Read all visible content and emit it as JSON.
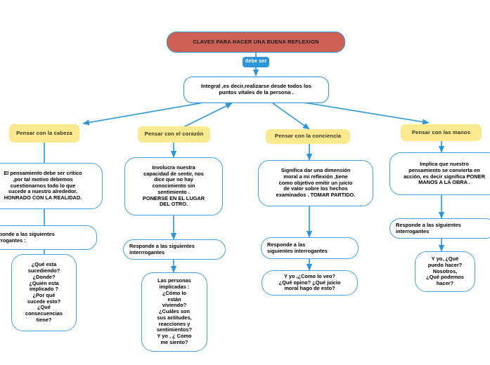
{
  "diagram": {
    "title": "CLAVES PARA HACER UNA BUENA REFLEXION",
    "background_color": "#ffffff",
    "colors": {
      "root_fill": "#cd6155",
      "category_fill": "#fae98f",
      "edge": "#2c96d8",
      "box_border": "#4aa3df",
      "label_fill": "#2c96d8",
      "text": "#000000"
    }
  },
  "root": {
    "label": "CLAVES PARA HACER UNA BUENA REFLEXION"
  },
  "connector_label": {
    "label": "debe ser"
  },
  "central": {
    "label": "Integral ,es decir,realizarse desde todos los\npuntos vitales de la persona ."
  },
  "branches": [
    {
      "category": "Pensar con la cabeza",
      "detail": "El pensamiento debe ser critico\n,por tal motivo debemos\ncuestionarnos todo lo que\nsucede a nuestro alrededor.\nHONRADO CON LA REALIDAD.",
      "prompt": "Responde a las siguientes\ninterrogantes :",
      "questions": "¿Qué esta\nsucediendo?\n¿Donde?\n¿Quién esta\nimplicado ?\n¿Por qué\nsucede esto?\n¿Qué\nconsecuencias\ntiene?"
    },
    {
      "category": "Pensar con el corazón",
      "detail": "Involucra nuestra\ncapacidad de sentir, nos\ndice que no hay\nconocimiento sin\nsentimiento .\nPONERSE EN EL LUGAR\nDEL OTRO.",
      "prompt": "Responde a las siguientes\ninterrrogantes",
      "questions": "Las personas\nimplicadas :\n¿Cómo lo\nestán\nviviendo?\n¿Cuáles son\nsus actitudes,\nreacciones y\nsentimientos?\nY yo , ¿ Como\nme siento?"
    },
    {
      "category": "Pensar con la conciencia",
      "detail": "Significa dar una dimensión\nmoral a mi reflexión ,tiene\ncomo objetivo emitir un juicio\nde valor sobre los hechos\nexaminados . TOMAR PARTIDO.",
      "prompt": "Responde a las\nsiguientes interrogantes",
      "questions": "Y yo ,¿Como lo veo?\n¿Qué opino? ¿Qué juicio\nmoral hago de esto?"
    },
    {
      "category": "Pensar con las manos",
      "detail": "Implica que nuestro\npensamiento se convierta en\nacción, es decir significa PONER\nMANOS A LA OBRA .",
      "prompt": "Responde a las siguientes\ninterrogantes",
      "questions": "Y yo, ¿Qué\npuedo hacer?\nNosotros,\n¿Qué podemos\nhacer?"
    }
  ]
}
